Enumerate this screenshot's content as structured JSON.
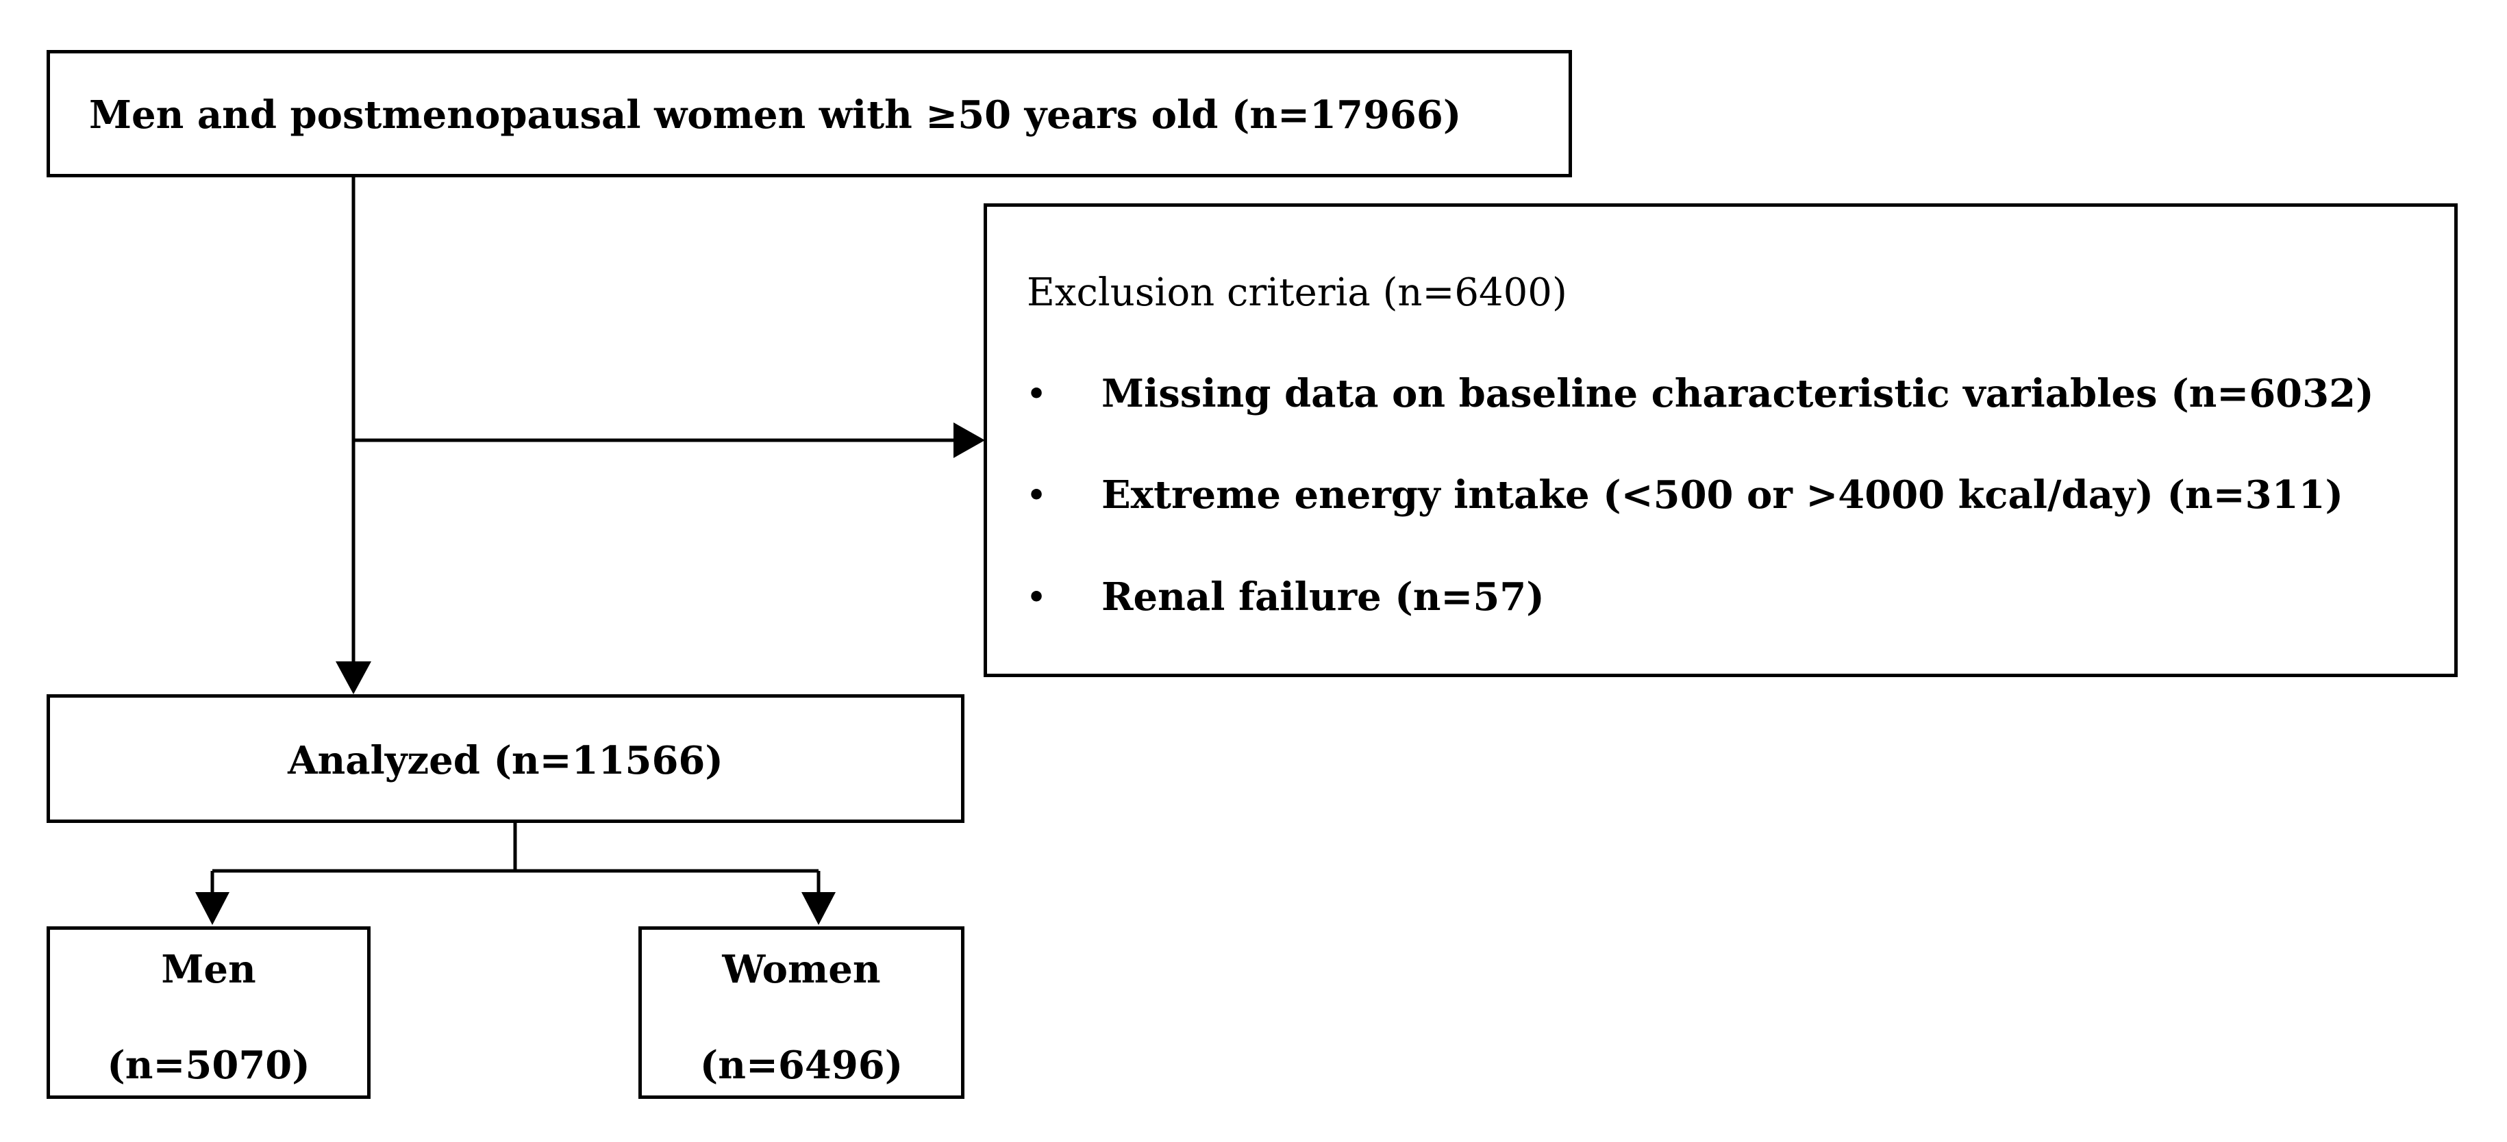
{
  "population": {
    "label": "Men and postmenopausal women with ≥50 years old (n=17966)"
  },
  "exclusion": {
    "title": "Exclusion criteria (n=6400)",
    "bullet_glyph": "•",
    "items": [
      "Missing data on baseline characteristic variables (n=6032)",
      "Extreme energy intake (<500 or >4000 kcal/day) (n=311)",
      "Renal failure (n=57)"
    ]
  },
  "analyzed": {
    "label": "Analyzed (n=11566)"
  },
  "men": {
    "label": "Men",
    "count": "(n=5070)"
  },
  "women": {
    "label": "Women",
    "count": "(n=6496)"
  },
  "colors": {
    "stroke": "#000000",
    "background": "#ffffff"
  }
}
